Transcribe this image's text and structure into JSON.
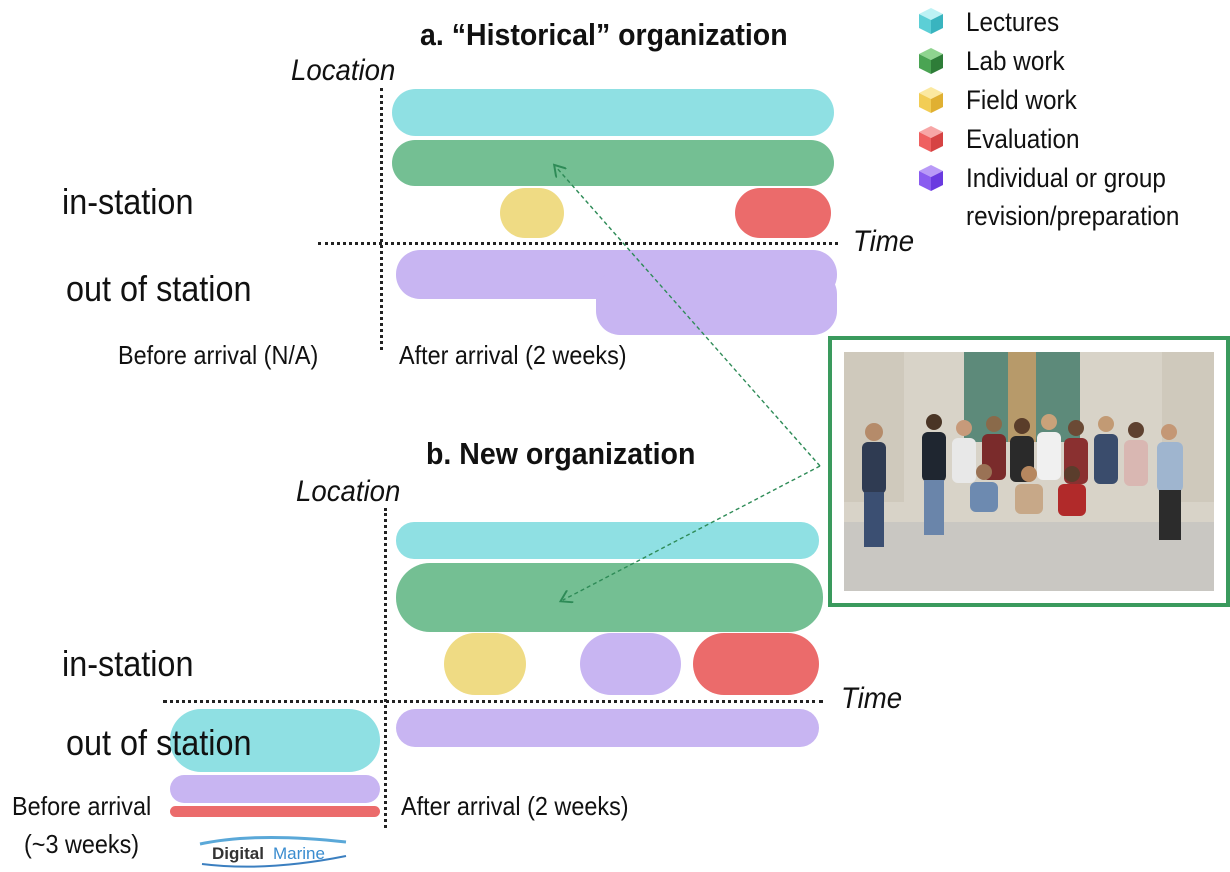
{
  "colors": {
    "lectures": "#8fe0e3",
    "lab_work": "#74bf93",
    "field_work": "#efdb84",
    "evaluation": "#eb6b6b",
    "revision": "#c8b5f2",
    "frame_green": "#3a9a5d",
    "arrow_green": "#2e8b57"
  },
  "legend": {
    "items": [
      {
        "label": "Lectures",
        "icon": "cube-cyan-icon"
      },
      {
        "label": "Lab work",
        "icon": "cube-green-icon"
      },
      {
        "label": "Field work",
        "icon": "cube-yellow-icon"
      },
      {
        "label": "Evaluation",
        "icon": "cube-red-icon"
      },
      {
        "label_line1": "Individual or group",
        "label_line2": "revision/preparation",
        "icon": "cube-purple-icon"
      }
    ]
  },
  "panel_a": {
    "title": "a. “Historical” organization",
    "y_axis": "Location",
    "x_axis": "Time",
    "row_in": "in-station",
    "row_out": "out of station",
    "before": "Before arrival  (N/A)",
    "after": "After arrival (2 weeks)"
  },
  "panel_b": {
    "title": "b. New organization",
    "y_axis": "Location",
    "x_axis": "Time",
    "row_in": "in-station",
    "row_out": "out of station",
    "before_line1": "Before arrival",
    "before_line2": "(~3 weeks)",
    "after": "After arrival (2 weeks)"
  },
  "logo": {
    "text_a": "Digital",
    "text_b": "Marine"
  }
}
